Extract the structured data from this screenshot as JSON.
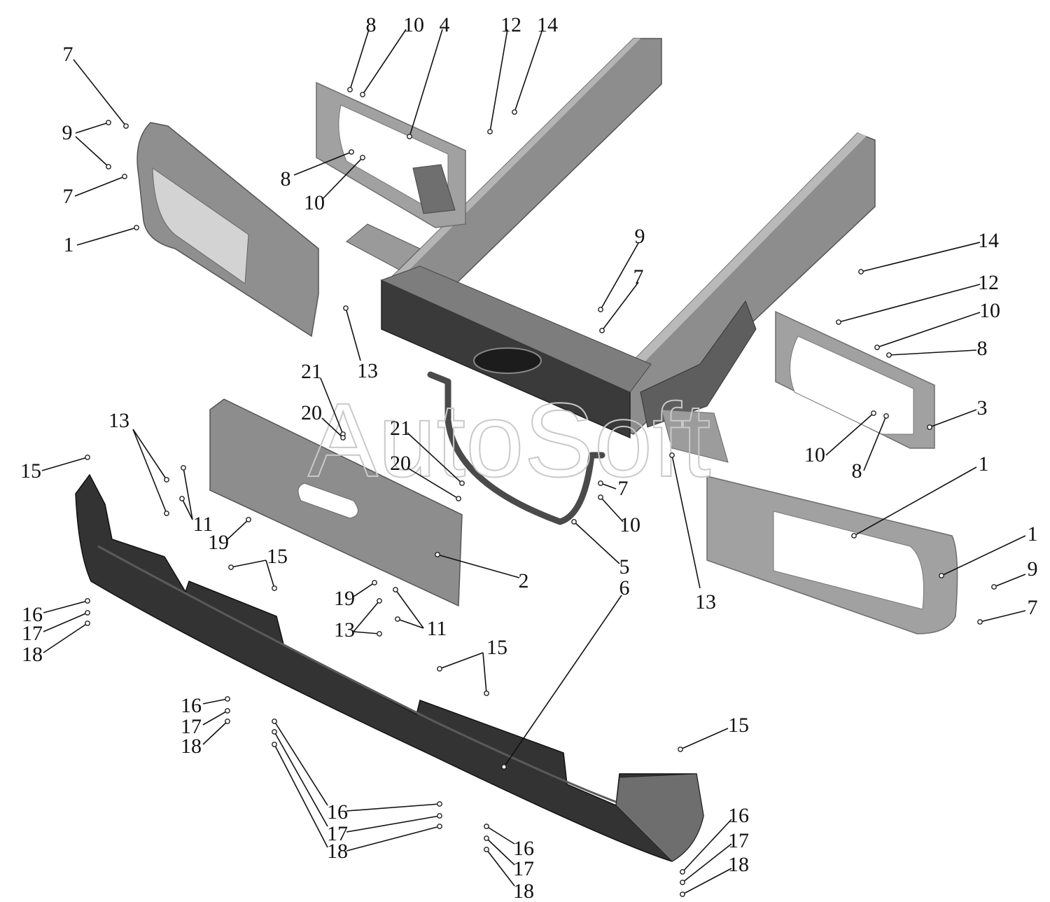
{
  "watermark": "AutoSoft",
  "colors": {
    "frame": "#8d8d8d",
    "frame_dark": "#3a3a3a",
    "panel_light": "#a9a9a9",
    "panel_mid": "#8f8f8f",
    "bumper": "#333333",
    "bumper_end": "#6e6e6e",
    "label": "#111111"
  },
  "callouts": [
    {
      "id": "c1",
      "text": "7"
    },
    {
      "id": "c2",
      "text": "9"
    },
    {
      "id": "c3",
      "text": "7"
    },
    {
      "id": "c4",
      "text": "1"
    },
    {
      "id": "c5",
      "text": "8"
    },
    {
      "id": "c6",
      "text": "10"
    },
    {
      "id": "c7",
      "text": "4"
    },
    {
      "id": "c8",
      "text": "8"
    },
    {
      "id": "c9",
      "text": "10"
    },
    {
      "id": "c10",
      "text": "12"
    },
    {
      "id": "c11",
      "text": "14"
    },
    {
      "id": "c12",
      "text": "13"
    },
    {
      "id": "c13",
      "text": "9"
    },
    {
      "id": "c14",
      "text": "7"
    },
    {
      "id": "c15",
      "text": "14"
    },
    {
      "id": "c16",
      "text": "12"
    },
    {
      "id": "c17",
      "text": "10"
    },
    {
      "id": "c18",
      "text": "8"
    },
    {
      "id": "c19",
      "text": "3"
    },
    {
      "id": "c20",
      "text": "10"
    },
    {
      "id": "c21",
      "text": "8"
    },
    {
      "id": "c22",
      "text": "1"
    },
    {
      "id": "c23",
      "text": "1"
    },
    {
      "id": "c24",
      "text": "9"
    },
    {
      "id": "c25",
      "text": "7"
    },
    {
      "id": "c26",
      "text": "21"
    },
    {
      "id": "c27",
      "text": "20"
    },
    {
      "id": "c28",
      "text": "21"
    },
    {
      "id": "c29",
      "text": "20"
    },
    {
      "id": "c30",
      "text": "7"
    },
    {
      "id": "c31",
      "text": "10"
    },
    {
      "id": "c32",
      "text": "5"
    },
    {
      "id": "c33",
      "text": "6"
    },
    {
      "id": "c34",
      "text": "13"
    },
    {
      "id": "c35",
      "text": "2"
    },
    {
      "id": "c36",
      "text": "13"
    },
    {
      "id": "c37",
      "text": "11"
    },
    {
      "id": "c38",
      "text": "15"
    },
    {
      "id": "c39",
      "text": "19"
    },
    {
      "id": "c40",
      "text": "15"
    },
    {
      "id": "c41",
      "text": "19"
    },
    {
      "id": "c42",
      "text": "13"
    },
    {
      "id": "c43",
      "text": "11"
    },
    {
      "id": "c44",
      "text": "16"
    },
    {
      "id": "c45",
      "text": "17"
    },
    {
      "id": "c46",
      "text": "18"
    },
    {
      "id": "c47",
      "text": "15"
    },
    {
      "id": "c48",
      "text": "16"
    },
    {
      "id": "c49",
      "text": "17"
    },
    {
      "id": "c50",
      "text": "18"
    },
    {
      "id": "c51",
      "text": "15"
    },
    {
      "id": "c52",
      "text": "16"
    },
    {
      "id": "c53",
      "text": "17"
    },
    {
      "id": "c54",
      "text": "18"
    },
    {
      "id": "c55",
      "text": "16"
    },
    {
      "id": "c56",
      "text": "17"
    },
    {
      "id": "c57",
      "text": "18"
    },
    {
      "id": "c58",
      "text": "16"
    },
    {
      "id": "c59",
      "text": "17"
    },
    {
      "id": "c60",
      "text": "18"
    }
  ]
}
